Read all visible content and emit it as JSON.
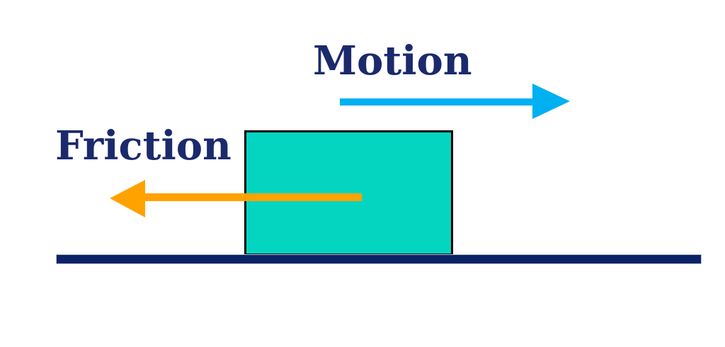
{
  "diagram": {
    "motion": {
      "label": "Motion",
      "arrow_direction": "right"
    },
    "friction": {
      "label": "Friction",
      "arrow_direction": "left"
    }
  },
  "colors": {
    "background": "#ffffff",
    "label_text": "#1b2a6c",
    "motion_arrow": "#00b0f0",
    "friction_arrow": "#ffa200",
    "block_fill": "#04d5c1",
    "block_border": "#000000",
    "ground_line": "#0b2366"
  }
}
